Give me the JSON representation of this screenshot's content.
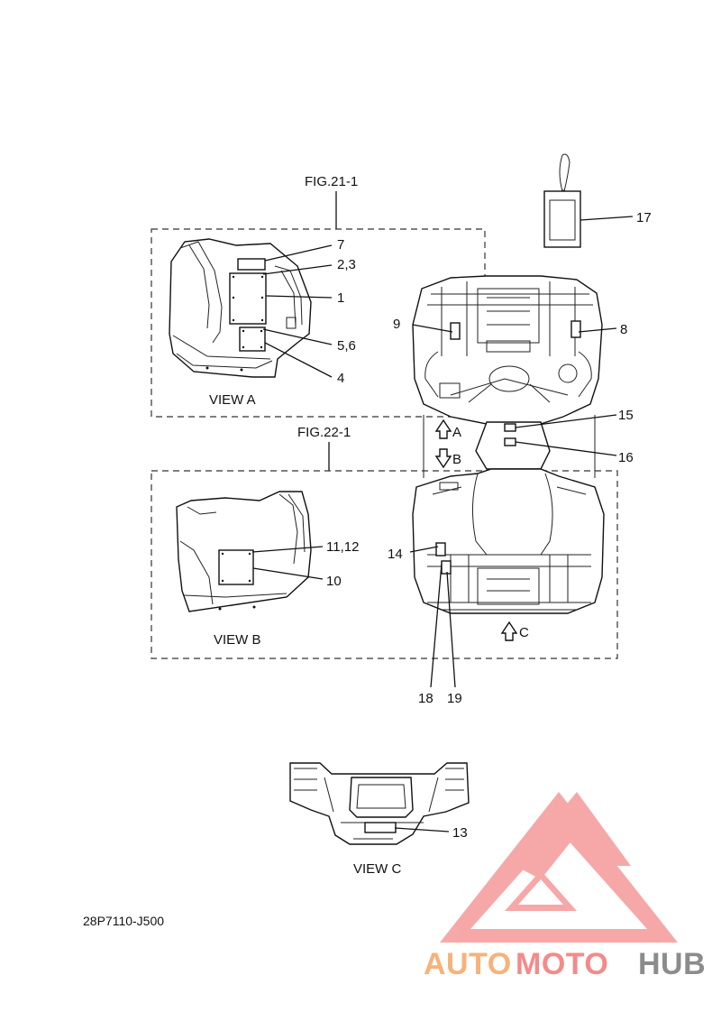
{
  "figures": {
    "fig_a": "FIG.21-1",
    "fig_b": "FIG.22-1"
  },
  "views": {
    "a": "VIEW A",
    "b": "VIEW B",
    "c": "VIEW C"
  },
  "arrows": {
    "a": "A",
    "b": "B",
    "c": "C"
  },
  "callouts": {
    "c1": "1",
    "c23": "2,3",
    "c4": "4",
    "c56": "5,6",
    "c7": "7",
    "c8": "8",
    "c9": "9",
    "c10": "10",
    "c1112": "11,12",
    "c13": "13",
    "c14": "14",
    "c15": "15",
    "c16": "16",
    "c17": "17",
    "c18": "18",
    "c19": "19"
  },
  "part_code": "28P7110-J500",
  "watermark": {
    "part1": "AUTO",
    "part2": "MOTO",
    "part3": "HUB",
    "color_orange": "#f7b27a",
    "color_red": "#f58a8a",
    "color_gray": "#8c8c8c"
  }
}
